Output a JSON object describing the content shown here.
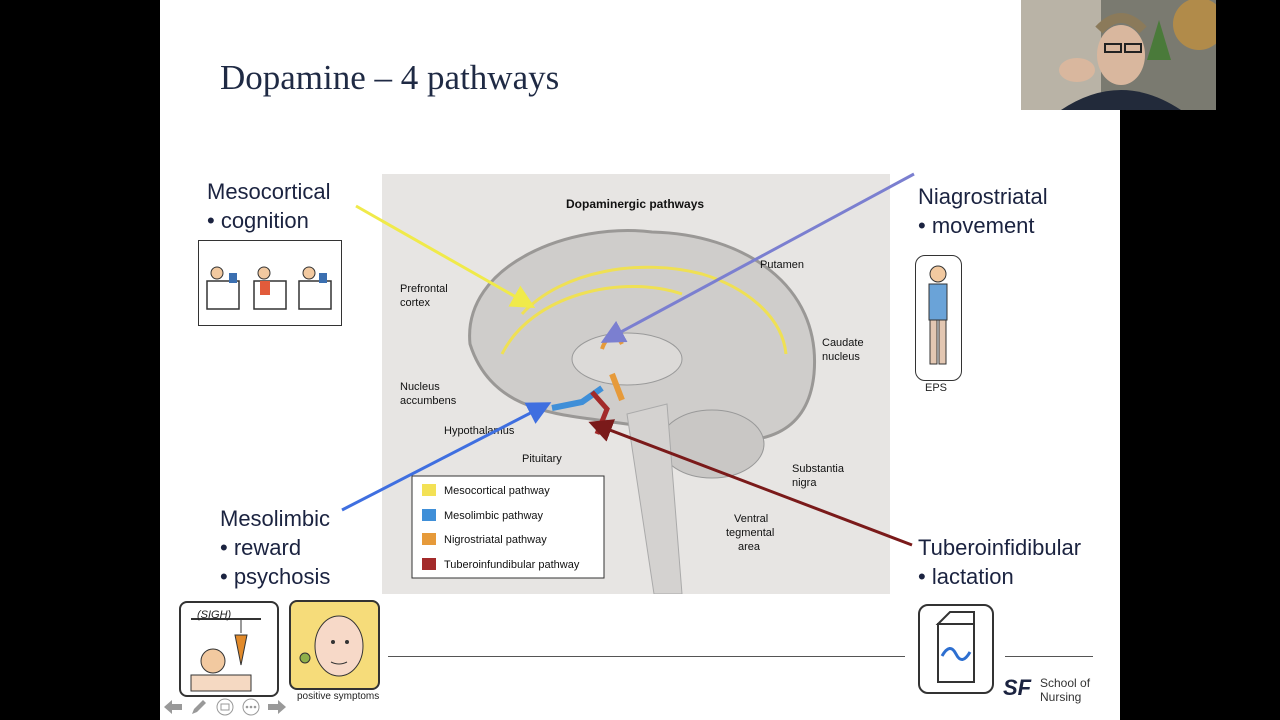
{
  "slide": {
    "title": "Dopamine – 4 pathways",
    "pathways": {
      "mesocortical": {
        "name": "Mesocortical",
        "bullet": "• cognition"
      },
      "nigrostriatal": {
        "name": "Niagrostriatal",
        "bullet": "• movement",
        "icon_caption": "EPS"
      },
      "mesolimbic": {
        "name": "Mesolimbic",
        "bullets": [
          "• reward",
          "• psychosis"
        ],
        "icon_caption_sigh": "(SIGH)",
        "icon_caption_positive": "positive symptoms"
      },
      "tuberoinfundibular": {
        "name": "Tuberoinfidibular",
        "bullet": "• lactation"
      }
    },
    "figure": {
      "title": "Dopaminergic pathways",
      "labels": {
        "prefrontal": [
          "Prefrontal",
          "cortex"
        ],
        "putamen": "Putamen",
        "caudate": [
          "Caudate",
          "nucleus"
        ],
        "accumbens": [
          "Nucleus",
          "accumbens"
        ],
        "hypothalamus": "Hypothalamus",
        "pituitary": "Pituitary",
        "substantia": [
          "Substantia",
          "nigra"
        ],
        "ventral": [
          "Ventral",
          "tegmental",
          "area"
        ]
      },
      "legend": [
        {
          "label": "Mesocortical pathway",
          "color": "#f3e155"
        },
        {
          "label": "Mesolimbic pathway",
          "color": "#3f8fd8"
        },
        {
          "label": "Nigrostriatal pathway",
          "color": "#e69a3a"
        },
        {
          "label": "Tuberoinfundibular pathway",
          "color": "#a32a2a"
        }
      ]
    },
    "arrow_colors": {
      "mesocortical": "#f0ea4a",
      "nigrostriatal": "#7b7fd0",
      "mesolimbic": "#3f6fe0",
      "tuberoinfundibular": "#7a1a1a"
    },
    "branding": {
      "logo": "SF",
      "org_line1": "School of",
      "org_line2": "Nursing"
    }
  },
  "navigation": {
    "prev_icon": "arrow-left-icon",
    "pen_icon": "pen-icon",
    "slides_icon": "slides-icon",
    "more_icon": "more-icon",
    "next_icon": "arrow-right-icon"
  }
}
